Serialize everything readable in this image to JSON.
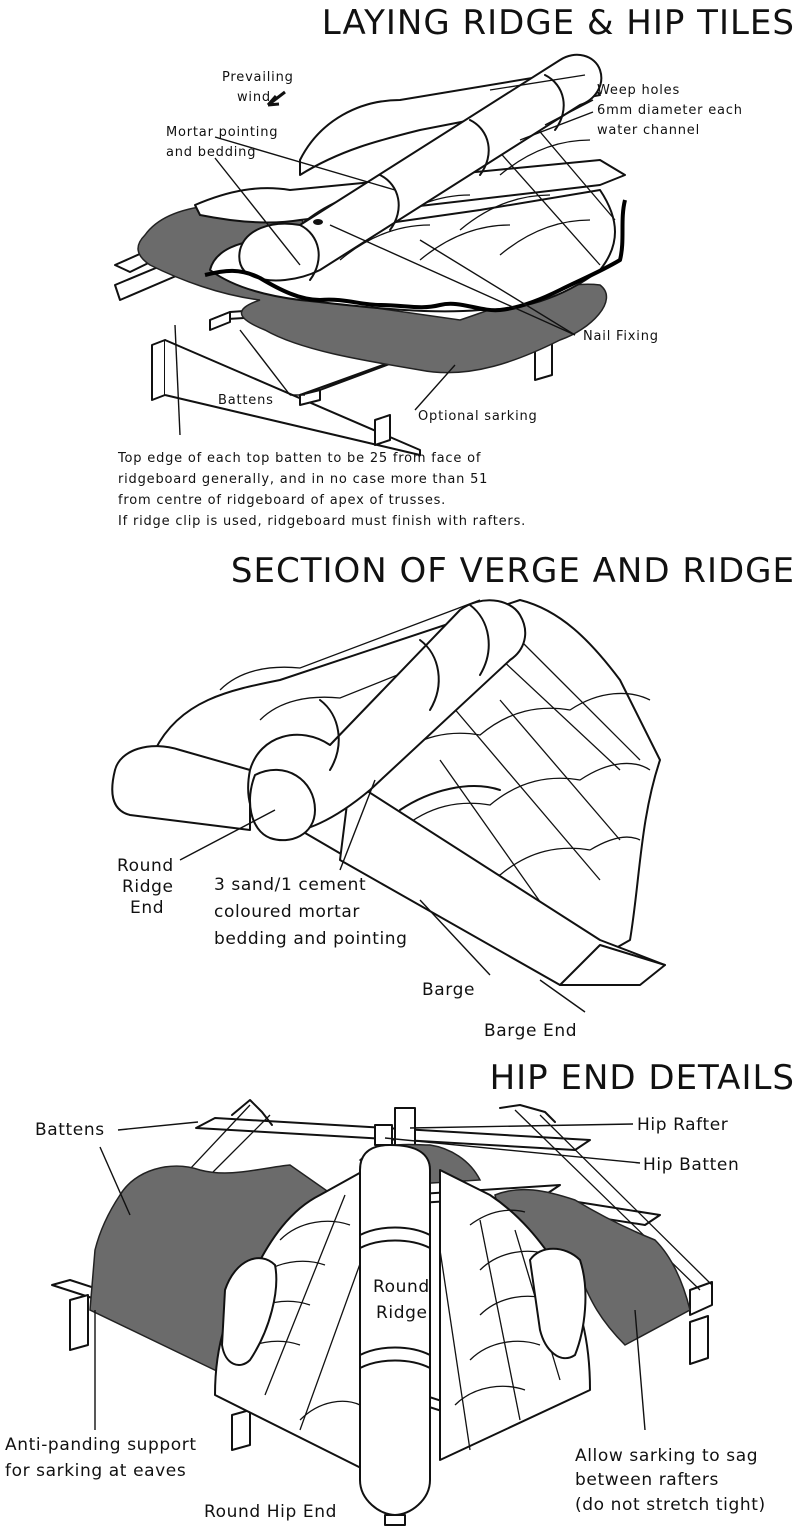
{
  "sections": {
    "laying": {
      "title": "LAYING RIDGE & HIP TILES",
      "labels": {
        "prevailing_1": "Prevailing",
        "prevailing_2": "wind",
        "mortar_1": "Mortar pointing",
        "mortar_2": "and bedding",
        "weep_1": "Weep holes",
        "weep_2": "6mm diameter each",
        "weep_3": "water channel",
        "nail": "Nail Fixing",
        "battens": "Battens",
        "sarking": "Optional sarking"
      },
      "note": [
        "Top edge of each top batten to be 25 from face of",
        "ridgeboard generally, and in no case more than 51",
        "from centre of ridgeboard of apex of trusses.",
        "If ridge clip is used, ridgeboard must finish with rafters."
      ]
    },
    "verge": {
      "title": "SECTION OF VERGE AND RIDGE",
      "labels": {
        "round_1": "Round",
        "round_2": "Ridge",
        "round_3": "End",
        "mortar_1": "3 sand/1 cement",
        "mortar_2": "coloured mortar",
        "mortar_3": "bedding and pointing",
        "barge": "Barge",
        "barge_end": "Barge End"
      }
    },
    "hip": {
      "title": "HIP END DETAILS",
      "labels": {
        "battens": "Battens",
        "hip_rafter": "Hip Rafter",
        "hip_batten": "Hip Batten",
        "round_ridge_1": "Round",
        "round_ridge_2": "Ridge",
        "anti_1": "Anti-panding support",
        "anti_2": "for sarking at eaves",
        "sag_1": "Allow sarking to sag",
        "sag_2": "between rafters",
        "sag_3": "(do not stretch tight)",
        "round_hip_end": "Round Hip End"
      }
    }
  }
}
